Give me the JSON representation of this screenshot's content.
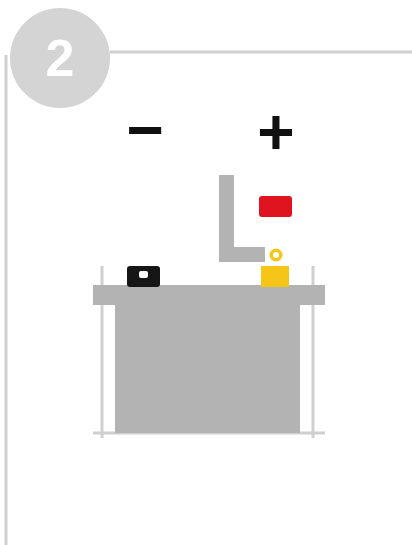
{
  "diagram": {
    "nodes": [
      {
        "text": [
          "2"
        ]
      }
    ],
    "labels": [
      "−",
      "+"
    ]
  }
}
